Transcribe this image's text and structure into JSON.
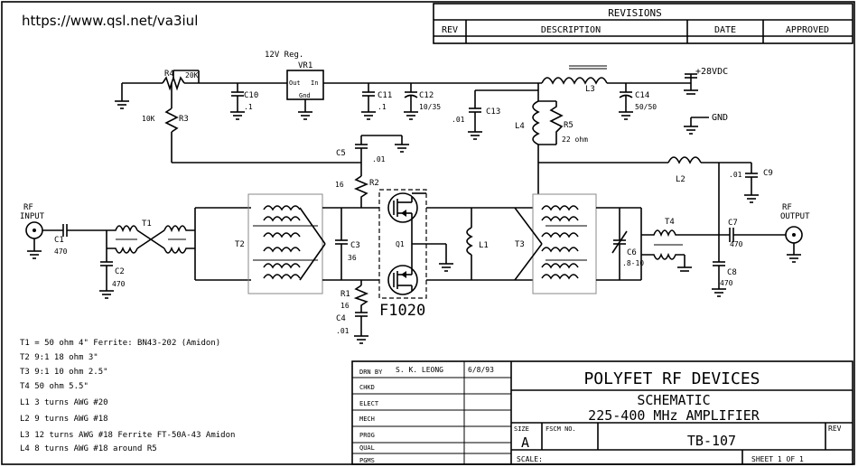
{
  "website_url": "https://www.qsl.net/va3iul",
  "revisions": {
    "title": "REVISIONS",
    "columns": [
      "REV",
      "DESCRIPTION",
      "DATE",
      "APPROVED"
    ]
  },
  "title_block": {
    "rows": [
      {
        "label": "DRN BY",
        "value": "S. K. LEONG",
        "date": "6/8/93"
      },
      {
        "label": "CHKD",
        "value": "",
        "date": ""
      },
      {
        "label": "ELECT",
        "value": "",
        "date": ""
      },
      {
        "label": "MECH",
        "value": "",
        "date": ""
      },
      {
        "label": "PROG",
        "value": "",
        "date": ""
      },
      {
        "label": "QUAL",
        "value": "",
        "date": ""
      },
      {
        "label": "PGMS",
        "value": "",
        "date": ""
      }
    ],
    "company": "POLYFET RF DEVICES",
    "doc_type": "SCHEMATIC",
    "doc_title": "225-400 MHz AMPLIFIER",
    "size_label": "SIZE",
    "size_value": "A",
    "fscm_label": "FSCM NO.",
    "rev_label": "REV",
    "drawing_no": "TB-107",
    "scale_label": "SCALE:",
    "sheet_label": "SHEET 1  OF 1"
  },
  "notes": [
    "T1 = 50 ohm 4\" Ferrite: BN43-202 (Amidon)",
    "T2  9:1 18 ohm 3\"",
    "T3  9:1 10 ohm 2.5\"",
    "T4  50 ohm 5.5\"",
    "L1   3 turns AWG #20",
    "L2   9 turns AWG #18",
    "L3  12 turns AWG #18 Ferrite FT-50A-43 Amidon",
    "L4   8 turns AWG #18 around R5"
  ],
  "labels": {
    "rf_input": [
      "RF",
      "INPUT"
    ],
    "rf_output": [
      "RF",
      "OUTPUT"
    ],
    "supply": "+28VDC",
    "gnd": "GND",
    "regulator": [
      "12V Reg.",
      "VR1",
      "Out",
      "In",
      "Gnd"
    ],
    "transistor": "F1020",
    "q_label": "Q1",
    "components": {
      "R4": "R4",
      "R4_val": "20K",
      "R3": "R3",
      "R3_val": "10K",
      "C10": "C10",
      "C10_val": ".1",
      "C11": "C11",
      "C11_val": ".1",
      "C12": "C12",
      "C12_val": "10/35",
      "C13": "C13",
      "C13_val": ".01",
      "L3": "L3",
      "C14": "C14",
      "C14_val": "50/50",
      "L4": "L4",
      "R5": "R5",
      "R5_val": "22 ohm",
      "C5": "C5",
      "C5_val": ".01",
      "R2": "R2",
      "R2_val": "16",
      "L2": "L2",
      "C9": "C9",
      "C9_val": ".01",
      "C1": "C1",
      "C1_val": "470",
      "T1": "T1",
      "C2": "C2",
      "C2_val": "470",
      "T2": "T2",
      "C3": "C3",
      "C3_val": "36",
      "R1": "R1",
      "R1_val": "16",
      "C4": "C4",
      "C4_val": ".01",
      "L1": "L1",
      "T3": "T3",
      "C6": "C6",
      "C6_val": ".8-10",
      "T4": "T4",
      "C7": "C7",
      "C7_val": "470",
      "C8": "C8",
      "C8_val": "470"
    }
  }
}
